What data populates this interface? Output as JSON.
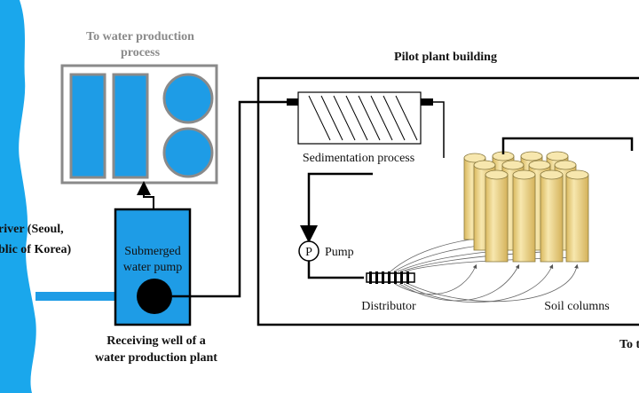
{
  "colors": {
    "river": "#1AA7EC",
    "tank_fill": "#1E9CE6",
    "column_fill": "#F3DE9A",
    "column_shade": "#CDAE55",
    "grey_box": "#8A8A8A",
    "pipe": "#000000"
  },
  "labels": {
    "river_line1": "river (Seoul,",
    "river_line2": "blic of Korea)",
    "to_water_line1": "To water production",
    "to_water_line2": "process",
    "pilot_building": "Pilot plant building",
    "sedimentation": "Sedimentation process",
    "pump_symbol": "P",
    "pump": "Pump",
    "submerged_line1": "Submerged",
    "submerged_line2": "water pump",
    "distributor": "Distributor",
    "soil_columns": "Soil columns",
    "receiving_line1": "Receiving well of a",
    "receiving_line2": "water production plant",
    "to_right_cut": "To t"
  }
}
